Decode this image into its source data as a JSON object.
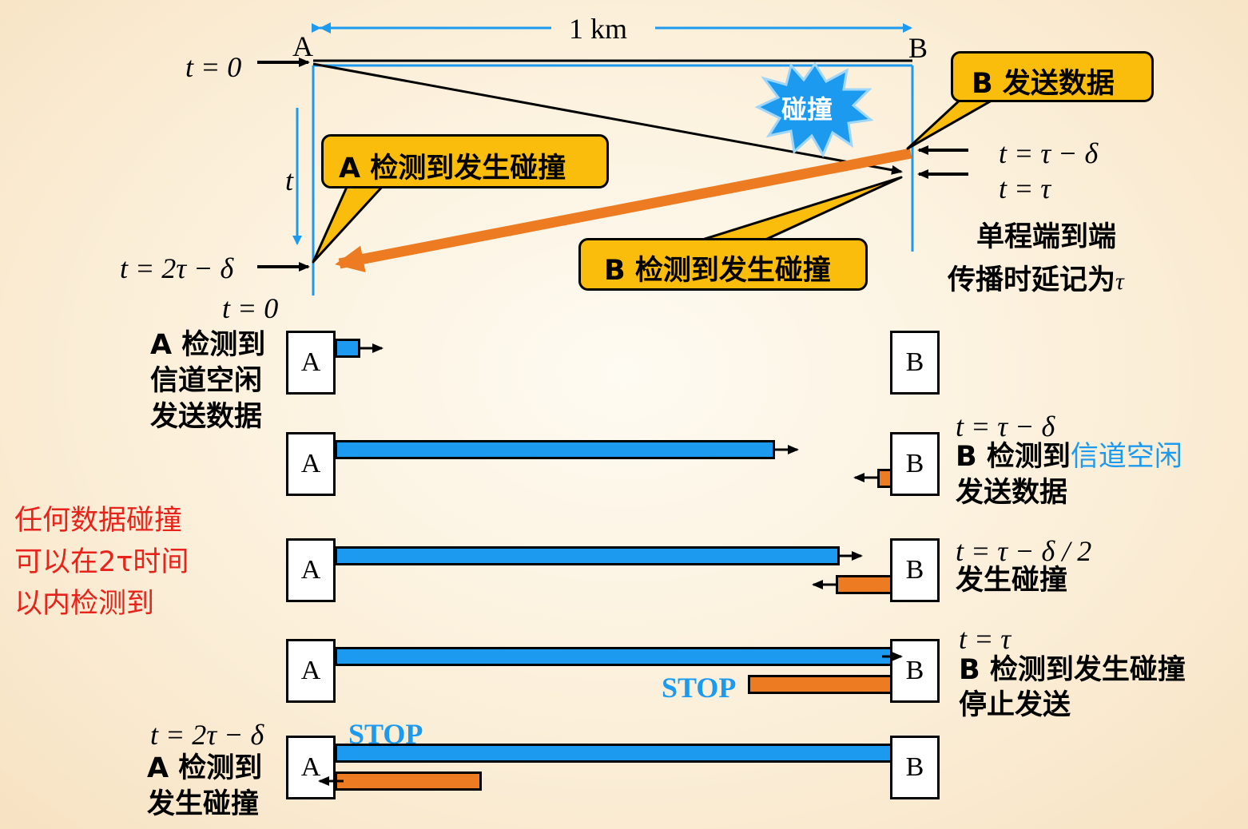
{
  "top": {
    "distance": "1 km",
    "node_a": "A",
    "node_b": "B",
    "t0": "t = 0",
    "t_axis": "t",
    "t_2tau_delta": "t = 2τ − δ",
    "t_tau_delta": "t = τ − δ",
    "t_tau": "t = τ",
    "collision_burst": "碰撞",
    "callout_b_send": "B 发送数据",
    "callout_a_detect": "A 检测到发生碰撞",
    "callout_b_detect": "B 检测到发生碰撞",
    "delay_note_line1": "单程端到端",
    "delay_note_line2": "传播时延记为",
    "delay_note_tau": "τ"
  },
  "left_note": {
    "line1": "任何数据碰撞",
    "line2": "可以在2τ时间",
    "line3": "以内检测到"
  },
  "rows": [
    {
      "time": "t = 0",
      "label_left": [
        "A 检测到",
        "信道空闲",
        "发送数据"
      ],
      "a": "A",
      "b": "B"
    },
    {
      "time": "t = τ − δ",
      "label_right_1a": "B 检测到",
      "label_right_1b": "信道空闲",
      "label_right_2": "发送数据",
      "a": "A",
      "b": "B"
    },
    {
      "time": "t = τ − δ / 2",
      "label_right": [
        "发生碰撞"
      ],
      "a": "A",
      "b": "B"
    },
    {
      "time": "t = τ",
      "label_right": [
        "B 检测到发生碰撞",
        "停止发送"
      ],
      "stop": "STOP",
      "a": "A",
      "b": "B"
    },
    {
      "time": "t = 2τ − δ",
      "label_left": [
        "A 检测到",
        "发生碰撞"
      ],
      "stop": "STOP",
      "a": "A",
      "b": "B"
    }
  ],
  "colors": {
    "data_a": "#1c9af0",
    "data_b": "#ec7b22",
    "callout": "#fbbd0b",
    "note_red": "#e8231b",
    "accent_blue": "#1c9af0"
  }
}
